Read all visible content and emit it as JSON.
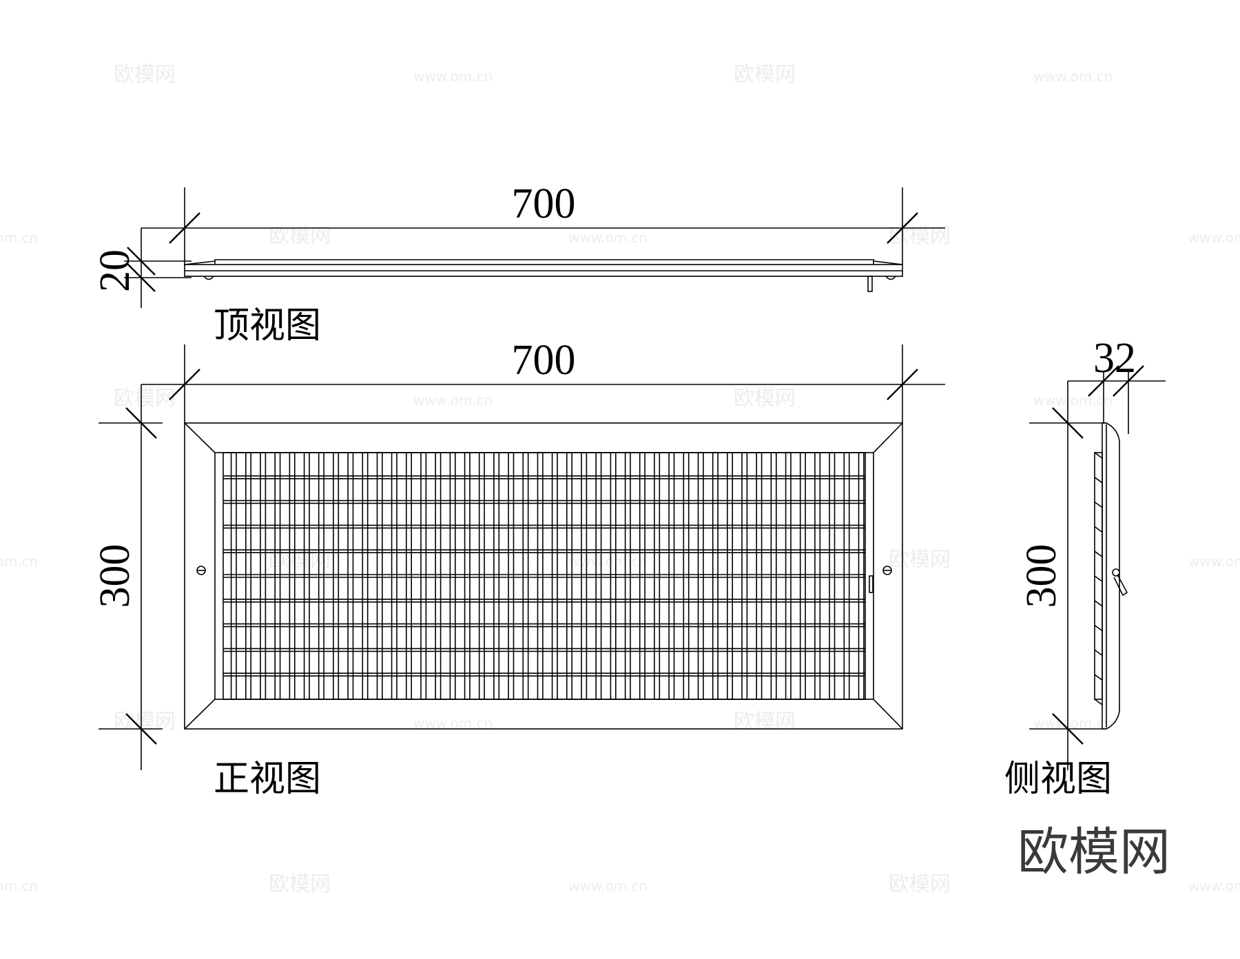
{
  "dimensions": {
    "top_width": "700",
    "top_height": "20",
    "front_width": "700",
    "front_height": "300",
    "side_depth": "32",
    "side_height": "300"
  },
  "views": {
    "top": "顶视图",
    "front": "正视图",
    "side": "侧视图"
  },
  "brand": "欧模网",
  "watermark": {
    "logo": "欧模网",
    "url": "www.om.cn"
  },
  "grille": {
    "vertical_blades": 44,
    "horizontal_bars": 10
  },
  "colors": {
    "line": "#000000",
    "background": "#ffffff",
    "brand": "#3a3a3a"
  }
}
